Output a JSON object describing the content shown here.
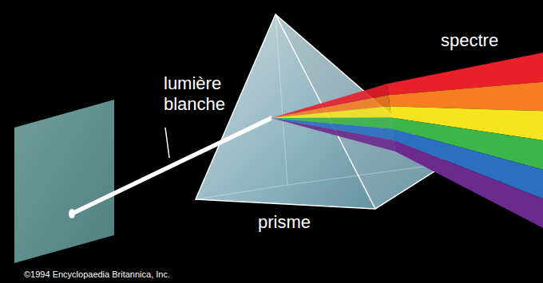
{
  "diagram": {
    "labels": [
      "lumière blanche",
      "prisme",
      "spectre",
      "©1994 Encyclopaedia Britannica, Inc."
    ]
  }
}
